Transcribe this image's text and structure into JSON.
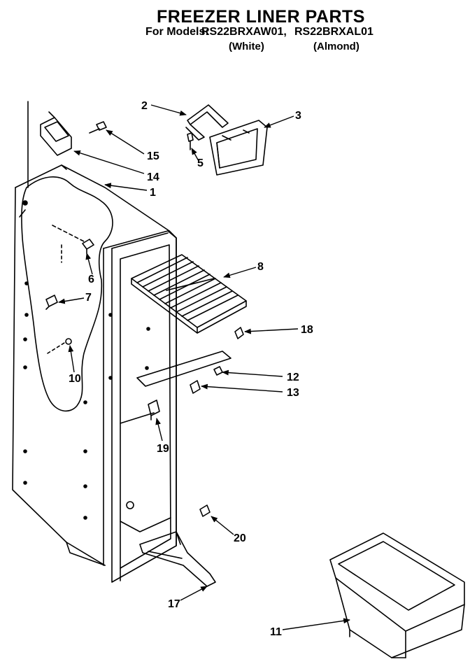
{
  "header": {
    "title": "FREEZER LINER PARTS",
    "models_prefix": "For Models:",
    "model_white": "RS22BRXAW01,",
    "model_almond": "RS22BRXAL01",
    "color_white": "(White)",
    "color_almond": "(Almond)"
  },
  "callouts": [
    {
      "id": "c1",
      "label": "1"
    },
    {
      "id": "c2",
      "label": "2"
    },
    {
      "id": "c3",
      "label": "3"
    },
    {
      "id": "c5",
      "label": "5"
    },
    {
      "id": "c6",
      "label": "6"
    },
    {
      "id": "c7",
      "label": "7"
    },
    {
      "id": "c8",
      "label": "8"
    },
    {
      "id": "c10",
      "label": "10"
    },
    {
      "id": "c11",
      "label": "11"
    },
    {
      "id": "c12",
      "label": "12"
    },
    {
      "id": "c13",
      "label": "13"
    },
    {
      "id": "c14",
      "label": "14"
    },
    {
      "id": "c15",
      "label": "15"
    },
    {
      "id": "c17",
      "label": "17"
    },
    {
      "id": "c18",
      "label": "18"
    },
    {
      "id": "c19",
      "label": "19"
    },
    {
      "id": "c20",
      "label": "20"
    }
  ]
}
